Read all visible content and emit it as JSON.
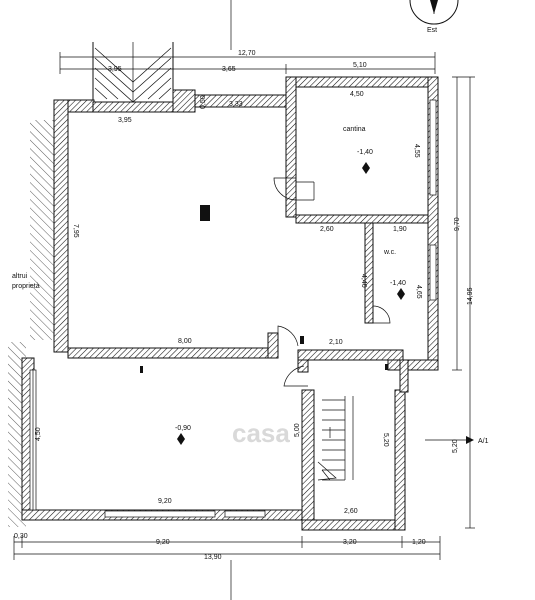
{
  "compass": {
    "label": "Est"
  },
  "watermark": "casa",
  "rooms": {
    "cantina": {
      "name": "cantina",
      "level": "-1,40"
    },
    "wc": {
      "name": "w.c.",
      "level": "-1,40"
    },
    "main": {
      "level": "-0,90"
    },
    "neighbour": {
      "line1": "altrui",
      "line2": "proprietà"
    },
    "section_marker": "A/1"
  },
  "dimensions": {
    "top_total": "12,70",
    "top_a": "3,95",
    "top_b": "3,65",
    "top_c": "5,10",
    "inner_395": "3,95",
    "inner_333": "3,33",
    "inner_050": "0,50",
    "cantina_w": "4,50",
    "cantina_h": "4,55",
    "mid_260": "2,60",
    "mid_190": "1,90",
    "wc_h": "4,65",
    "wc_440": "4,40",
    "left_795": "7,95",
    "mid_800": "8,00",
    "mid_210": "2,10",
    "right_970": "9,70",
    "right_1495": "14,95",
    "lower_450": "4,50",
    "lower_500": "5,00",
    "stair_520": "5,20",
    "stair_w": "2,60",
    "lower_920": "9,20",
    "bot_030": "0,30",
    "bot_920": "9,20",
    "bot_320": "3,20",
    "bot_120": "1,20",
    "bot_total": "13,90",
    "section_520": "5,20"
  }
}
